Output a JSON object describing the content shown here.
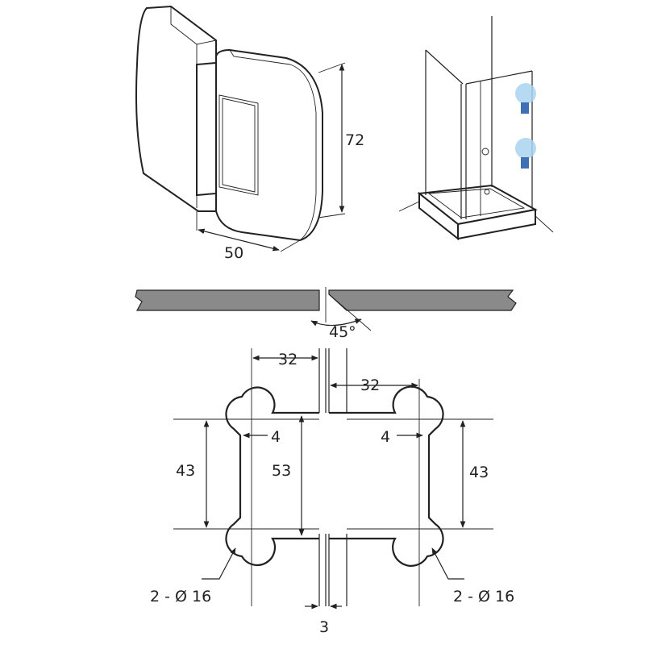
{
  "hinge_view": {
    "height_label": "72",
    "width_label": "50"
  },
  "angle_view": {
    "angle_label": "45°"
  },
  "cutout_view": {
    "offset_left_label": "32",
    "offset_right_label": "32",
    "notch_left_label": "4",
    "notch_right_label": "4",
    "hole_spacing_left_label": "43",
    "height_center_label": "53",
    "hole_spacing_right_label": "43",
    "holes_left_label": "2 - Ø 16",
    "holes_right_label": "2 - Ø 16",
    "gap_label": "3"
  },
  "colors": {
    "glass_fill": "#8a8a8a",
    "hinge_highlight": "#a8d4ef",
    "hinge_mark": "#3f6fb5"
  },
  "icons": {
    "shower_enclosure": "shower-enclosure-icon"
  }
}
